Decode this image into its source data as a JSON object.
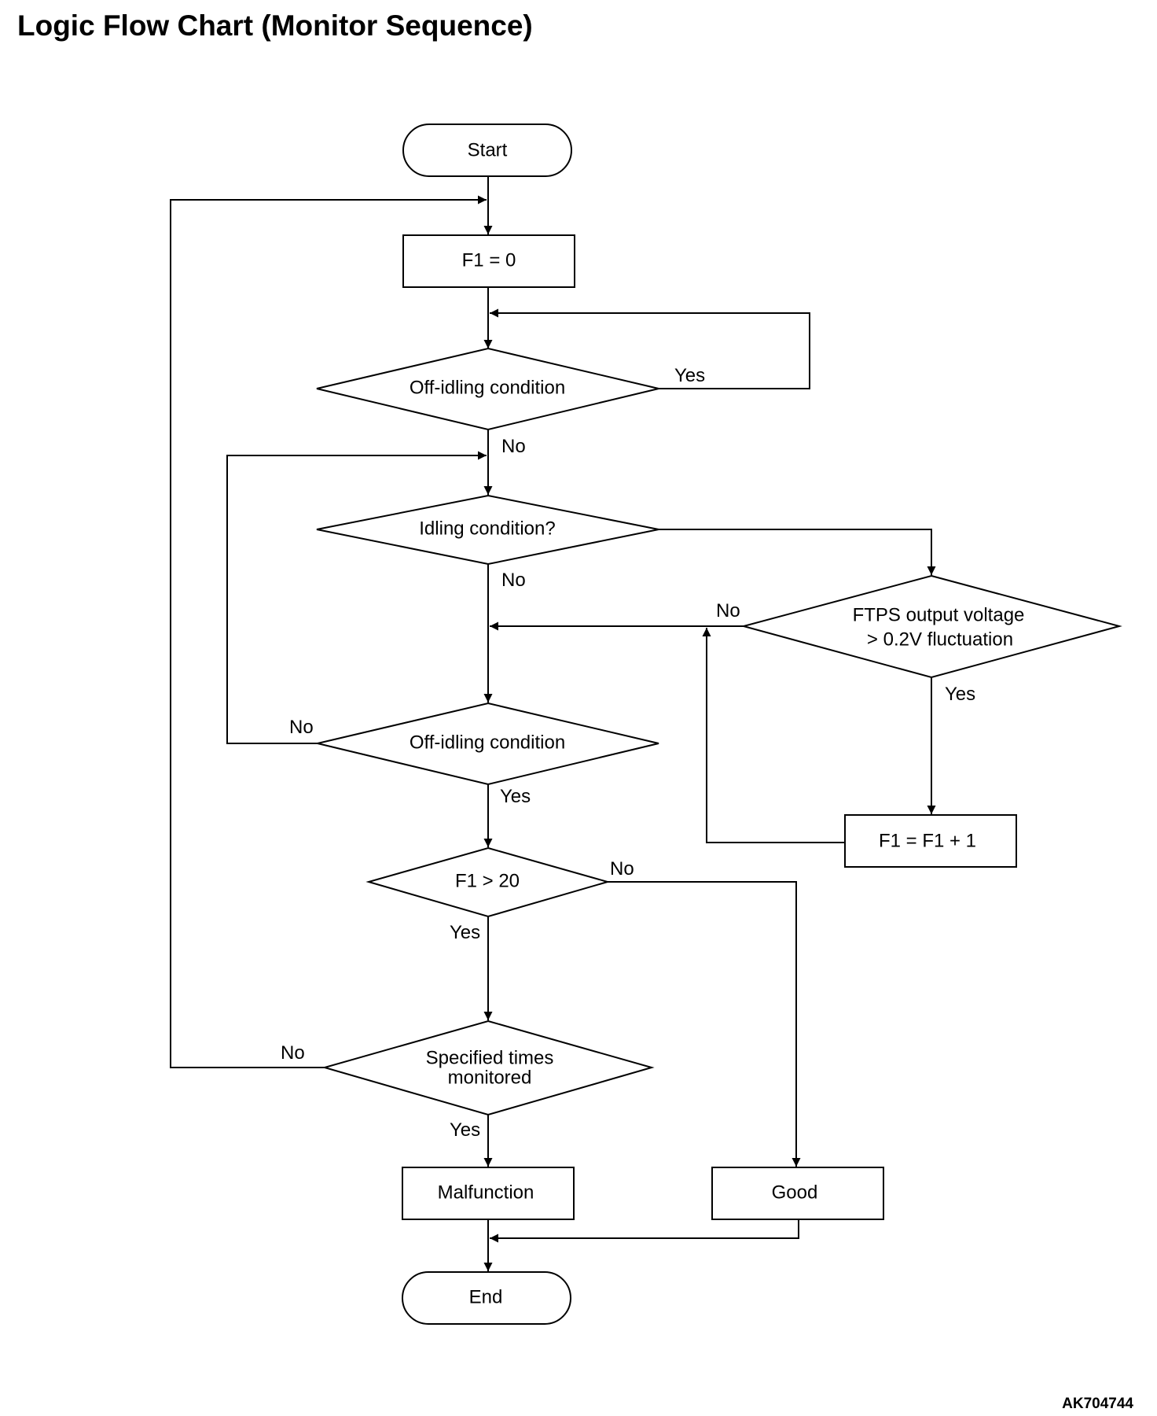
{
  "title": "Logic Flow Chart (Monitor Sequence)",
  "figure_id": "AK704744",
  "nodes": {
    "start": "Start",
    "f1_zero": "F1 = 0",
    "off_idling_1": "Off-idling condition",
    "idling": "Idling condition?",
    "ftps_line1": "FTPS output voltage",
    "ftps_line2": "> 0.2V fluctuation",
    "f1_increment": "F1 = F1 + 1",
    "off_idling_2": "Off-idling condition",
    "f1_gt_20": "F1 > 20",
    "specified_line1": "Specified times",
    "specified_line2": "monitored",
    "malfunction": "Malfunction",
    "good": "Good",
    "end": "End"
  },
  "edge_labels": {
    "off_idling_1_yes": "Yes",
    "off_idling_1_no": "No",
    "idling_no": "No",
    "ftps_no": "No",
    "ftps_yes": "Yes",
    "off_idling_2_no": "No",
    "off_idling_2_yes": "Yes",
    "f1_gt_20_no": "No",
    "f1_gt_20_yes": "Yes",
    "specified_no": "No",
    "specified_yes": "Yes"
  }
}
